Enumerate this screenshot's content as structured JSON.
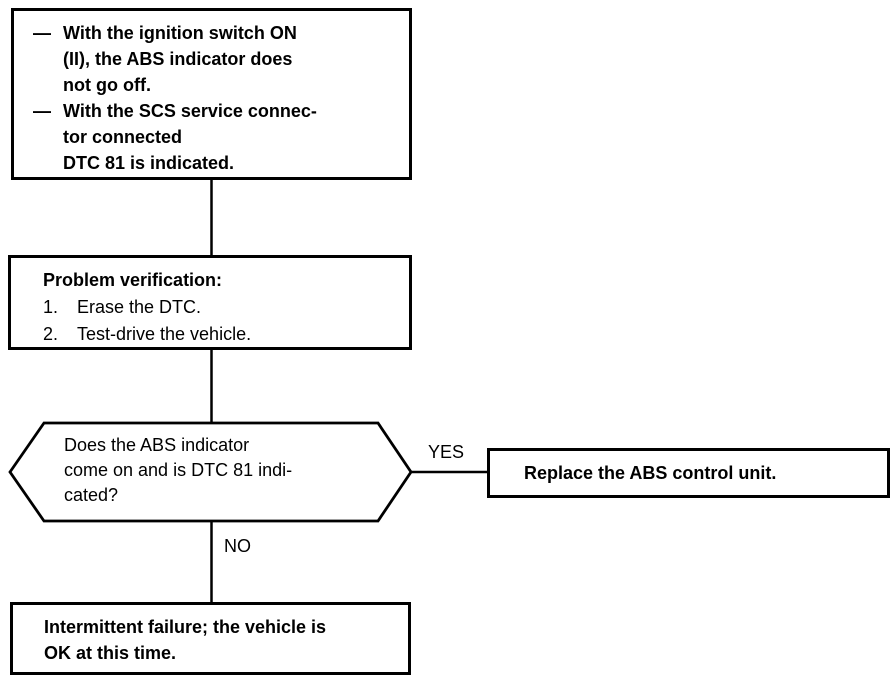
{
  "flowchart": {
    "symptom_box": {
      "bullet": "—",
      "items": [
        "With the ignition switch ON\n(II), the ABS indicator does\nnot go off.",
        "With the SCS service connec-\ntor connected\nDTC 81 is indicated."
      ]
    },
    "verification_box": {
      "title": "Problem verification:",
      "steps": [
        {
          "num": "1.",
          "text": "Erase the DTC."
        },
        {
          "num": "2.",
          "text": "Test-drive the vehicle."
        }
      ]
    },
    "decision": {
      "question": "Does the ABS indicator\ncome on and is DTC 81 indi-\ncated?",
      "yes_label": "YES",
      "no_label": "NO"
    },
    "yes_result_box": {
      "text": "Replace the ABS control unit."
    },
    "no_result_box": {
      "text": "Intermittent failure; the vehicle is\nOK at this time."
    },
    "colors": {
      "line": "#000000",
      "background": "#ffffff"
    }
  }
}
